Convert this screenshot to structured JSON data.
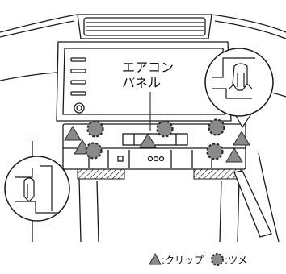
{
  "diagram": {
    "panel_label_line1": "エアコン",
    "panel_label_line2": "パネル"
  },
  "legend": {
    "clip_label": ":クリップ",
    "tab_label": ":ツメ"
  },
  "colors": {
    "line": "#1a1a1a",
    "marker_fill": "#8a8a8a",
    "marker_dark": "#2b2b2b"
  }
}
